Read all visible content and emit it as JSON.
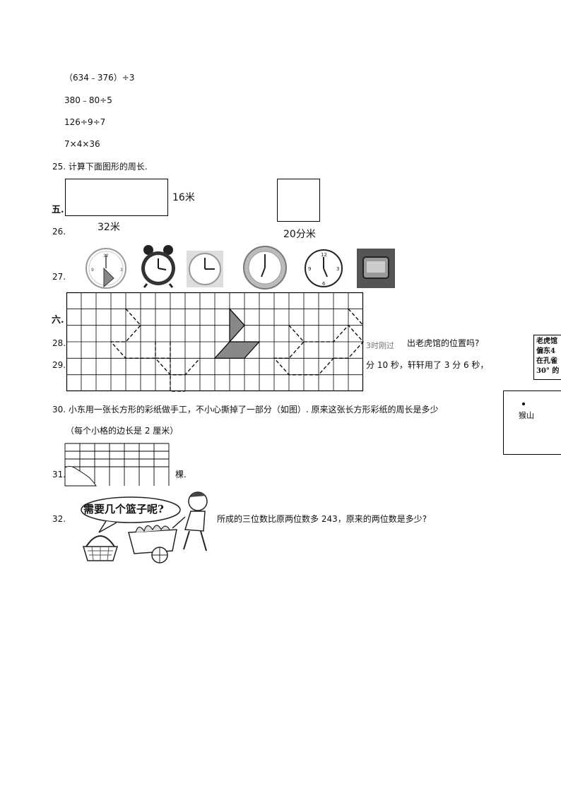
{
  "expressions": [
    "（634﹣376）÷3",
    "380﹣80÷5",
    "126÷9÷7",
    "7×4×36"
  ],
  "q25": {
    "number": "25.",
    "text": "计算下面图形的周长."
  },
  "section5": "五.",
  "rect": {
    "width_label": "32米",
    "height_label": "16米"
  },
  "square": {
    "side_label": "20分米"
  },
  "q26": "26.",
  "q27": "27.",
  "section6": "六.",
  "q28": {
    "number": "28.",
    "text_a": "3时刚过",
    "text_b": "出老虎馆的位置吗?"
  },
  "q29": {
    "number": "29.",
    "text": "分 10 秒，轩轩用了 3 分 6 秒，"
  },
  "side_box": {
    "lines": [
      "老虎馆",
      "偏东4",
      "在孔雀",
      "30° 的"
    ]
  },
  "q30": {
    "number": "30.",
    "text": "小东用一张长方形的彩纸做手工，不小心撕掉了一部分（如图）. 原来这张长方形彩纸的周长是多少",
    "note": "（每个小格的边长是 2 厘米）"
  },
  "map_box": {
    "label": "猴山"
  },
  "q31": {
    "number": "31.",
    "text": "棵."
  },
  "q32": {
    "number": "32.",
    "text": "所成的三位数比原两位数多 243，原来的两位数是多少?",
    "bubble": "需要几个篮子呢?"
  },
  "grid": {
    "cols": 20,
    "rows": 6
  },
  "paper_grid": {
    "cols": 7,
    "rows": 3
  }
}
